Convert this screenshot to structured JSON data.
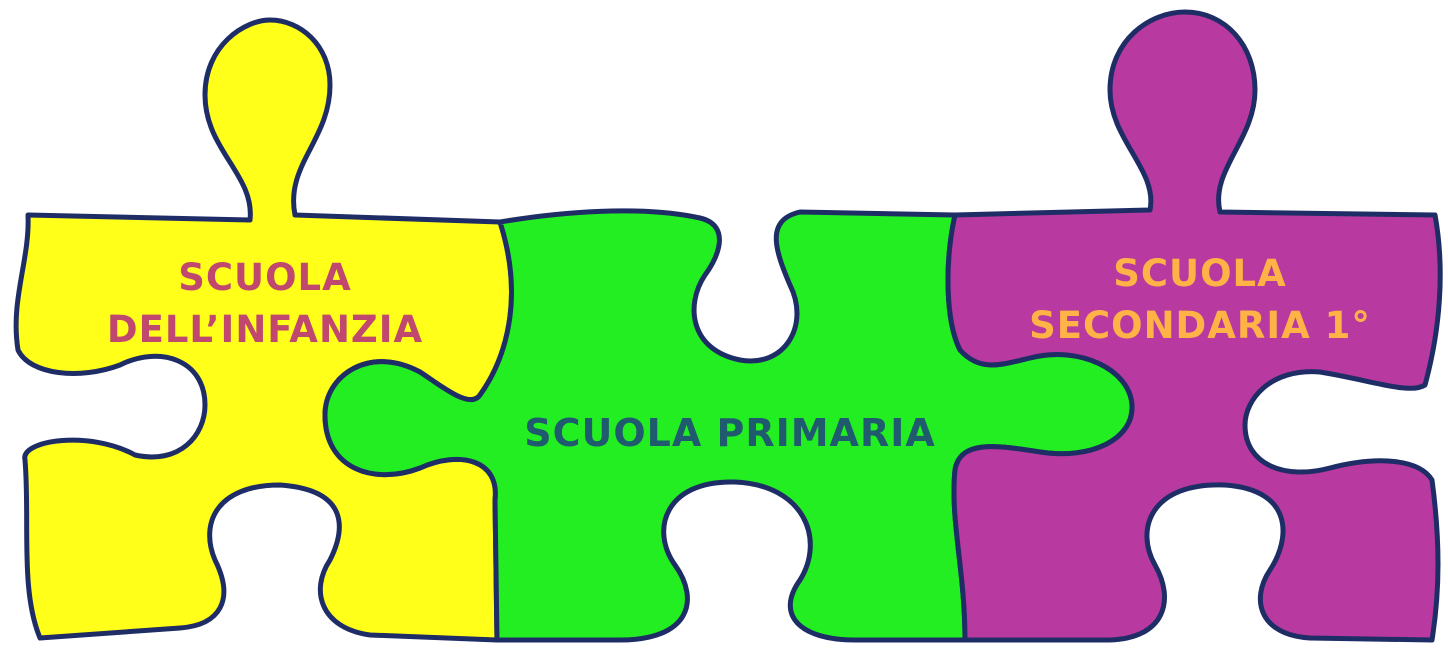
{
  "pieces": [
    {
      "id": "infanzia",
      "lines": [
        "SCUOLA",
        "DELL’INFANZIA"
      ],
      "fill": "#ffff1a",
      "text_color": "#c0476e"
    },
    {
      "id": "primaria",
      "lines": [
        "SCUOLA PRIMARIA"
      ],
      "fill": "#22ee22",
      "text_color": "#1f5a6e"
    },
    {
      "id": "secondaria",
      "lines": [
        "SCUOLA",
        "SECONDARIA 1°"
      ],
      "fill": "#b83aa0",
      "text_color": "#ffb347"
    }
  ],
  "outline_color": "#1f2d66"
}
